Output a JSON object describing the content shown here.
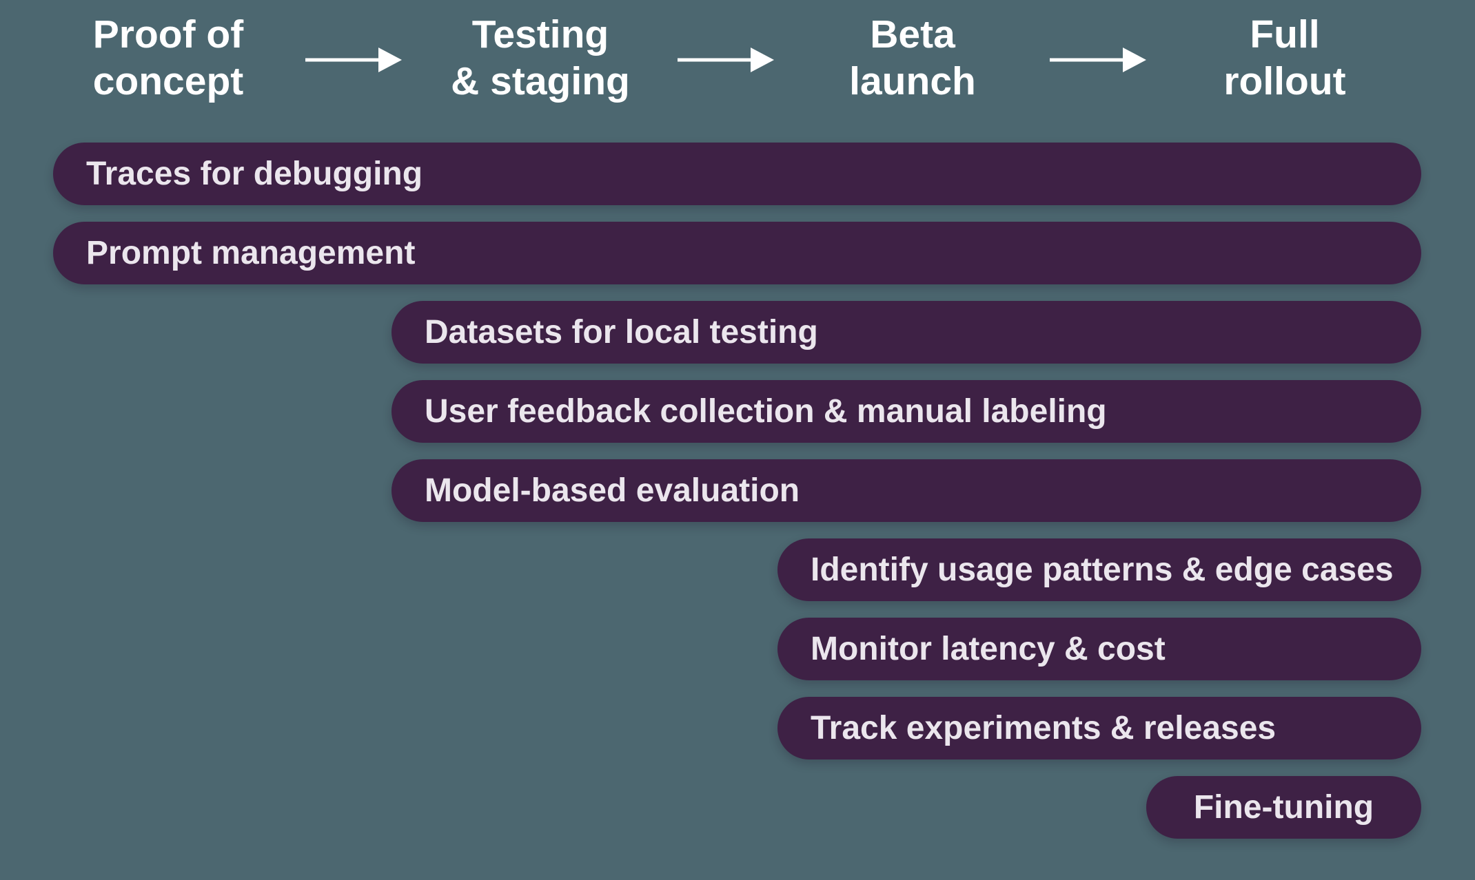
{
  "colors": {
    "background": "#4c6770",
    "bar_fill": "#3e2145",
    "bar_text": "#ebe6ed",
    "header_text": "#ffffff",
    "arrow": "#ffffff"
  },
  "stages": [
    {
      "line1": "Proof of",
      "line2": "concept"
    },
    {
      "line1": "Testing",
      "line2": "& staging"
    },
    {
      "line1": "Beta",
      "line2": "launch"
    },
    {
      "line1": "Full",
      "line2": "rollout"
    }
  ],
  "bars": [
    {
      "label": "Traces for debugging",
      "start_stage": "Proof of concept",
      "end_stage": "Full rollout"
    },
    {
      "label": "Prompt management",
      "start_stage": "Proof of concept",
      "end_stage": "Full rollout"
    },
    {
      "label": "Datasets for local testing",
      "start_stage": "Testing & staging",
      "end_stage": "Full rollout"
    },
    {
      "label": "User feedback collection & manual labeling",
      "start_stage": "Testing & staging",
      "end_stage": "Full rollout"
    },
    {
      "label": "Model-based evaluation",
      "start_stage": "Testing & staging",
      "end_stage": "Full rollout"
    },
    {
      "label": "Identify usage patterns & edge cases",
      "start_stage": "Beta launch",
      "end_stage": "Full rollout"
    },
    {
      "label": "Monitor latency & cost",
      "start_stage": "Beta launch",
      "end_stage": "Full rollout"
    },
    {
      "label": "Track experiments & releases",
      "start_stage": "Beta launch",
      "end_stage": "Full rollout"
    },
    {
      "label": "Fine-tuning",
      "start_stage": "Full rollout",
      "end_stage": "Full rollout"
    }
  ]
}
